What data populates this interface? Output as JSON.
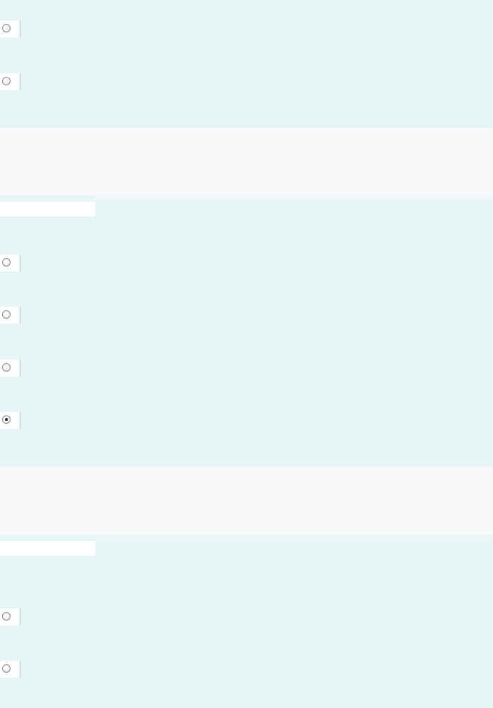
{
  "groups": [
    {
      "name": "question-group-1",
      "options": [
        {
          "checked": false
        },
        {
          "checked": false
        }
      ]
    },
    {
      "name": "question-group-2",
      "options": [
        {
          "checked": false
        },
        {
          "checked": false
        },
        {
          "checked": false
        },
        {
          "checked": true
        }
      ]
    },
    {
      "name": "question-group-3",
      "options": [
        {
          "checked": false
        },
        {
          "checked": false
        }
      ]
    }
  ],
  "colors": {
    "background": "#e6f5f6",
    "feedback_band": "#f7f9fa",
    "option_cell": "#ffffff",
    "radio_border": "#8a8a8a",
    "radio_dot": "#222222"
  }
}
